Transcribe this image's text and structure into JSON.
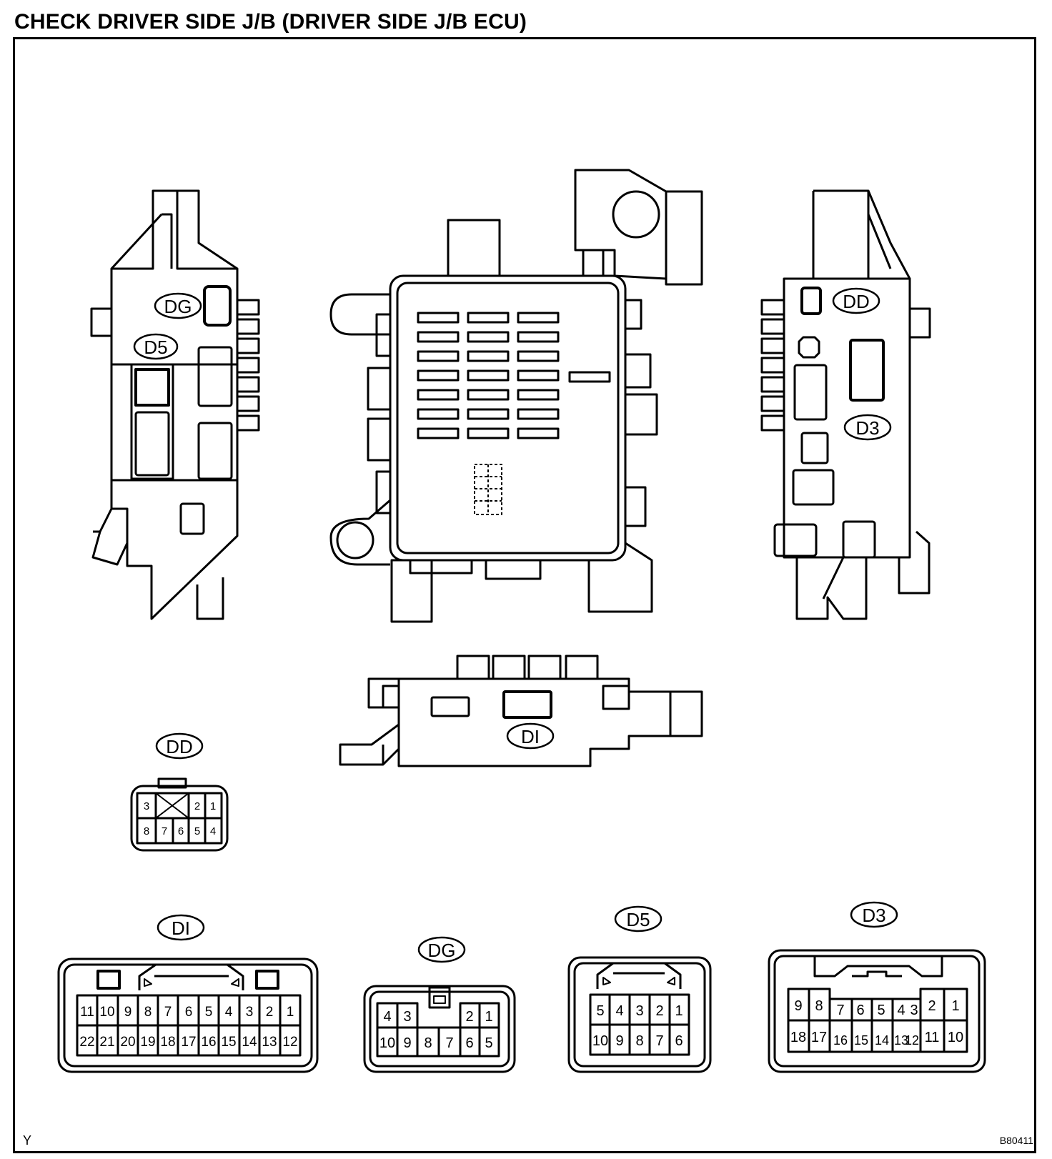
{
  "title": "CHECK DRIVER SIDE J/B (DRIVER SIDE J/B ECU)",
  "corner_label": "Y",
  "figure_id": "B80411",
  "unit_callouts": {
    "left_side": [
      "DG",
      "D5"
    ],
    "right_side": [
      "DD",
      "D3"
    ],
    "bottom_view": [
      "DI"
    ]
  },
  "connectors": {
    "DD": {
      "label": "DD",
      "pins_top": [
        "3",
        "",
        "2",
        "1"
      ],
      "pins_bottom": [
        "8",
        "7",
        "6",
        "5",
        "4"
      ],
      "blank_pin": "X"
    },
    "DI": {
      "label": "DI",
      "pins_top": [
        "11",
        "10",
        "9",
        "8",
        "7",
        "6",
        "5",
        "4",
        "3",
        "2",
        "1"
      ],
      "pins_bottom": [
        "22",
        "21",
        "20",
        "19",
        "18",
        "17",
        "16",
        "15",
        "14",
        "13",
        "12"
      ]
    },
    "DG": {
      "label": "DG",
      "pins_top": [
        "4",
        "3",
        "2",
        "1"
      ],
      "pins_bottom": [
        "10",
        "9",
        "8",
        "7",
        "6",
        "5"
      ]
    },
    "D5": {
      "label": "D5",
      "pins_top": [
        "5",
        "4",
        "3",
        "2",
        "1"
      ],
      "pins_bottom": [
        "10",
        "9",
        "8",
        "7",
        "6"
      ]
    },
    "D3": {
      "label": "D3",
      "pins_top": [
        "9",
        "8",
        "7",
        "6",
        "5",
        "4",
        "3",
        "2",
        "1"
      ],
      "pins_bottom": [
        "18",
        "17",
        "16",
        "15",
        "14",
        "13",
        "12",
        "11",
        "10"
      ]
    }
  }
}
